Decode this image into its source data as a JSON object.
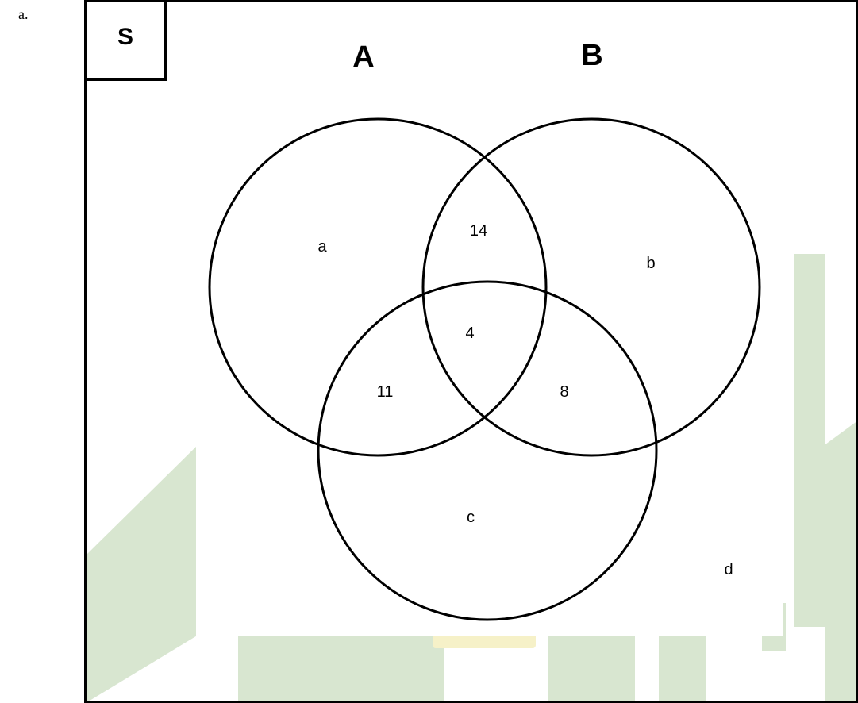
{
  "item_label": "a.",
  "universe": {
    "label": "S"
  },
  "sets": [
    {
      "id": "A",
      "label": "A"
    },
    {
      "id": "B",
      "label": "B"
    },
    {
      "id": "C",
      "label": ""
    }
  ],
  "regions": {
    "only_a": "a",
    "a_and_b_only": "14",
    "only_b": "b",
    "a_and_b_and_c": "4",
    "a_and_c_only": "11",
    "b_and_c_only": "8",
    "only_c": "c",
    "outside": "d"
  },
  "watermark": {
    "color": "#d8e6d0",
    "accent_color": "#f6f1c8"
  },
  "colors": {
    "stroke": "#000000",
    "background": "#ffffff"
  }
}
